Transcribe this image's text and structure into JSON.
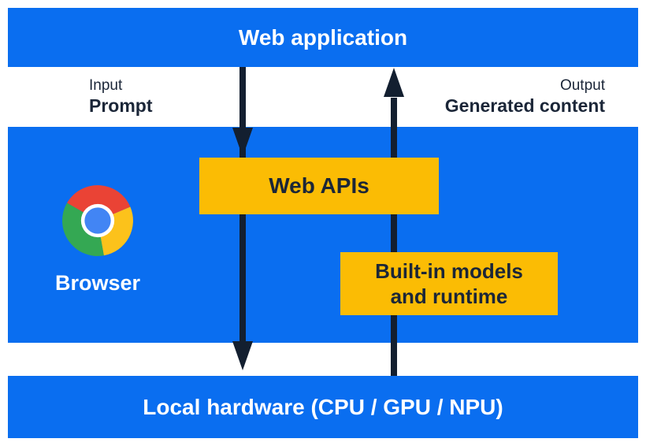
{
  "layers": {
    "web_application": "Web application",
    "local_hardware": "Local hardware (CPU / GPU / NPU)"
  },
  "io": {
    "input_title": "Input",
    "input_value": "Prompt",
    "output_title": "Output",
    "output_value": "Generated content"
  },
  "browser": {
    "label": "Browser",
    "logo_icon": "chrome-icon"
  },
  "boxes": {
    "web_apis": "Web APIs",
    "builtin_models_line1": "Built-in models",
    "builtin_models_line2": "and runtime"
  },
  "arrows": {
    "down": "input-flow-arrow",
    "up": "output-flow-arrow"
  },
  "colors": {
    "panel_blue": "#0a6ef0",
    "box_yellow": "#fbbc04",
    "dark_navy_text": "#1b2638",
    "arrow_dark": "#131f30",
    "chrome_red": "#ea4335",
    "chrome_green": "#34a853",
    "chrome_yellow": "#fcc21b",
    "chrome_blue": "#4285f4"
  }
}
